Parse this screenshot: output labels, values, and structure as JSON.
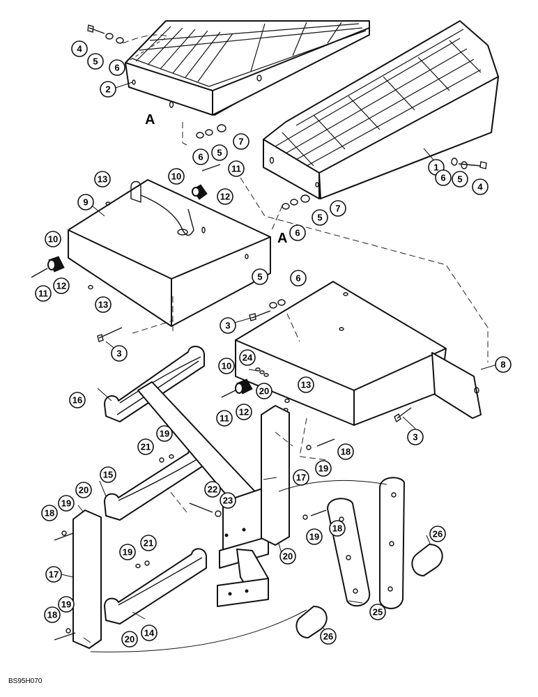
{
  "figure": {
    "drawing_code": "BS95H070",
    "reference_marks": [
      "A",
      "A"
    ],
    "callouts": [
      "1",
      "2",
      "3",
      "4",
      "5",
      "6",
      "7",
      "8",
      "9",
      "10",
      "11",
      "12",
      "13",
      "14",
      "15",
      "16",
      "17",
      "18",
      "19",
      "20",
      "21",
      "22",
      "23",
      "24",
      "25",
      "26"
    ]
  }
}
